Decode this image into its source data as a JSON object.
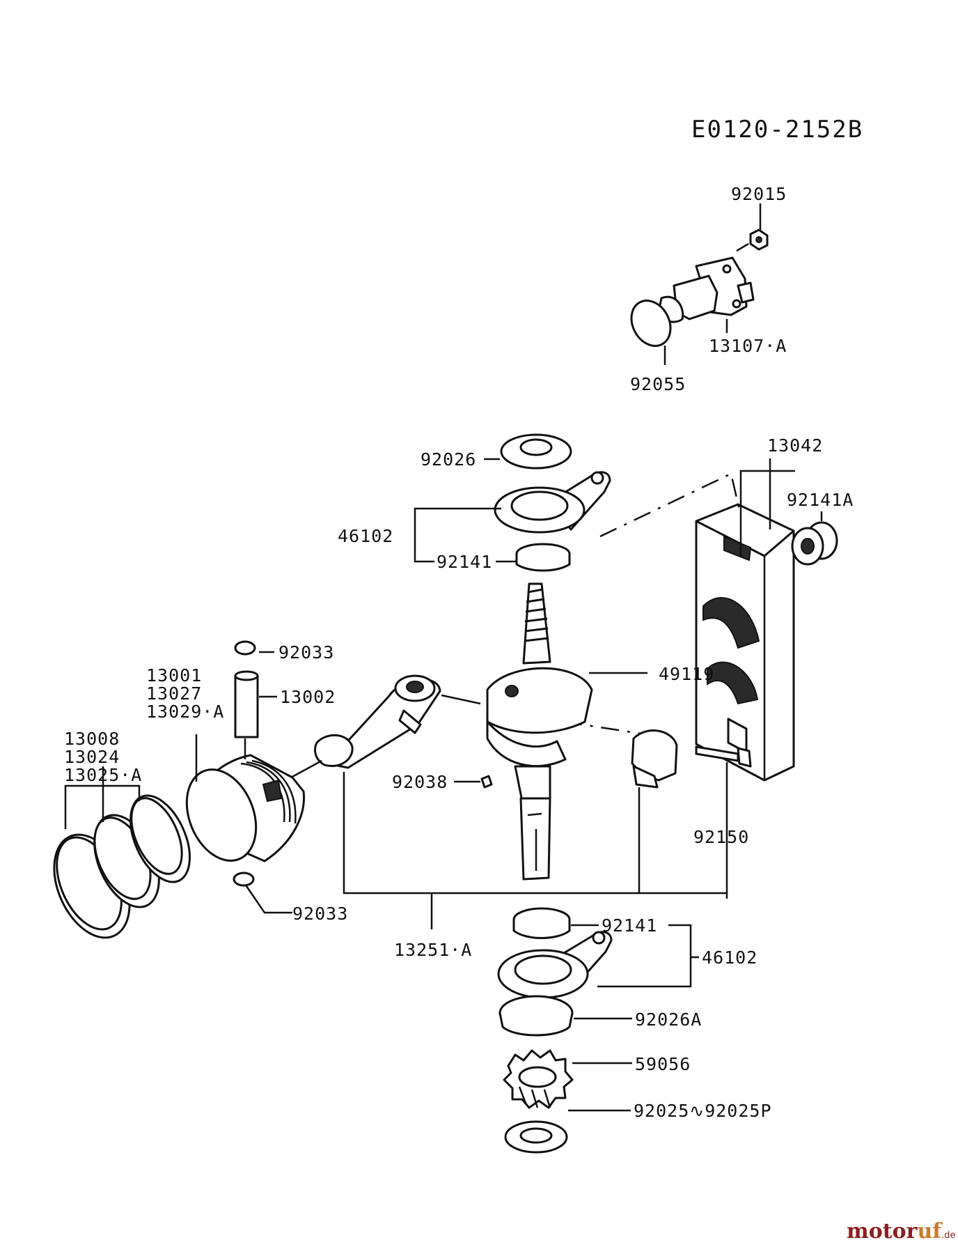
{
  "diagram_code": "E0120-2152B",
  "labels": {
    "p92015": "92015",
    "p13107a": "13107·A",
    "p92055": "92055",
    "p92026": "92026",
    "p13042": "13042",
    "p92141a": "92141A",
    "p46102_top": "46102",
    "p92141_top": "92141",
    "p49119": "49119",
    "p92033_top": "92033",
    "p13001": "13001",
    "p13027": "13027",
    "p13029a": "13029·A",
    "p13002": "13002",
    "p13008": "13008",
    "p13024": "13024",
    "p13025a": "13025·A",
    "p92038": "92038",
    "p92150": "92150",
    "p92033_bottom": "92033",
    "p13251a": "13251·A",
    "p92141_bottom": "92141",
    "p46102_bottom": "46102",
    "p92026a": "92026A",
    "p59056": "59056",
    "p92025": "92025∿92025P"
  },
  "watermark": {
    "part1": "motor",
    "part2": "uf",
    "suffix": ".de"
  }
}
